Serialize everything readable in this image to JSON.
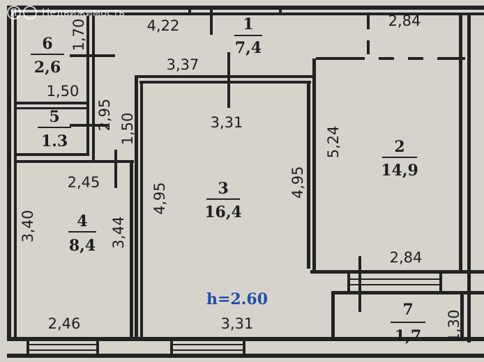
{
  "watermark": "Недвижимость",
  "watermark_logo": "Я",
  "ceiling_height": "h=2.60",
  "colors": {
    "height_label": "#1f4fa8",
    "wall": "#222222",
    "floor": "#d6d3cc"
  },
  "rooms": [
    {
      "number": "1",
      "area": "7,4"
    },
    {
      "number": "2",
      "area": "14,9"
    },
    {
      "number": "3",
      "area": "16,4"
    },
    {
      "number": "4",
      "area": "8,4"
    },
    {
      "number": "5",
      "area": "1.3"
    },
    {
      "number": "6",
      "area": "2,6"
    },
    {
      "number": "7",
      "area": "1,7"
    }
  ],
  "dimensions": {
    "hall_top": "4,22",
    "room2_top": "2,84",
    "room6_height": "1,70",
    "hall_mid": "3,37",
    "room6_width": "1,50",
    "wc_height": "2,95",
    "room5_height": "1,50",
    "room3_top": "3,31",
    "room2_height": "5,24",
    "room4_top": "2,45",
    "room3_left": "4,95",
    "room3_right": "4,95",
    "room4_left": "3,40",
    "room4_right": "3,44",
    "room2_bottom": "2,84",
    "room3_bottom": "3,31",
    "room4_bottom": "2,46",
    "balcony_height": "1,30"
  }
}
